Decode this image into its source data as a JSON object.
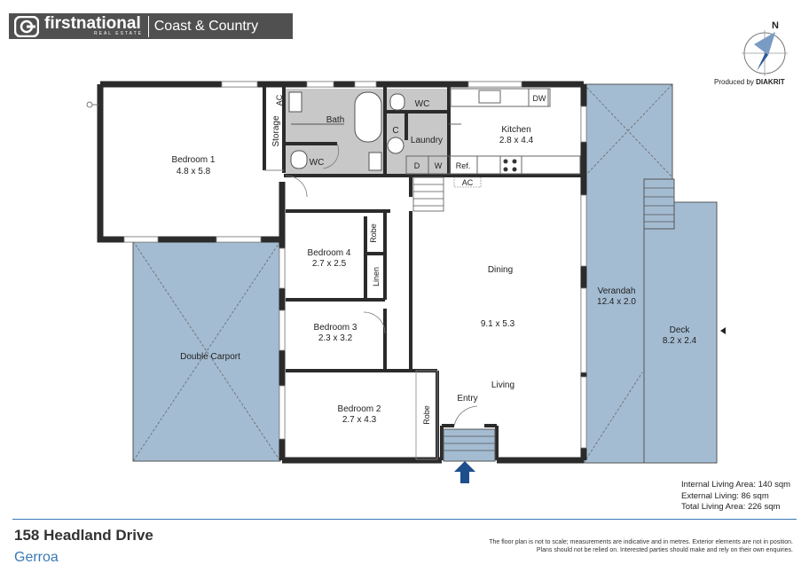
{
  "brand": {
    "name": "firstnational",
    "sub": "REAL ESTATE",
    "office": "Coast & Country"
  },
  "producer": {
    "prefix": "Produced by",
    "name": "DIAKRIT"
  },
  "compass_label": "N",
  "rooms": {
    "bedroom1": {
      "name": "Bedroom 1",
      "size": "4.8 x 5.8"
    },
    "bath": "Bath",
    "storage": "Storage",
    "ac": "AC",
    "wc_bath": "WC",
    "wc_laundry": "WC",
    "c": "C",
    "laundry": "Laundry",
    "d": "D",
    "w": "W",
    "dw": "DW",
    "ref": "Ref.",
    "kitchen": {
      "name": "Kitchen",
      "size": "2.8 x 4.4"
    },
    "ac_kitchen": "AC",
    "bedroom4": {
      "name": "Bedroom 4",
      "size": "2.7 x 2.5"
    },
    "robe4": "Robe",
    "linen": "Linen",
    "bedroom3": {
      "name": "Bedroom 3",
      "size": "2.3 x 3.2"
    },
    "bedroom2": {
      "name": "Bedroom 2",
      "size": "2.7 x 4.3"
    },
    "robe2": "Robe",
    "dining": "Dining",
    "living_size": "9.1 x 5.3",
    "living": "Living",
    "entry": "Entry",
    "carport": "Double Carport",
    "verandah": {
      "name": "Verandah",
      "size": "12.4 x 2.0"
    },
    "deck": {
      "name": "Deck",
      "size": "8.2 x 2.4"
    }
  },
  "areas": {
    "internal": "Internal Living Area: 140 sqm",
    "external": "External Living: 86 sqm",
    "total": "Total Living Area: 226 sqm"
  },
  "address": "158 Headland Drive",
  "suburb": "Gerroa",
  "disclaimer": {
    "line1": "The floor plan is not to scale; measurements are indicative and in metres. Exterior elements are not in position.",
    "line2": "Plans should not be relied on. Interested parties should make and rely on their own enquiries."
  },
  "colors": {
    "outdoor": "#a4bcd2",
    "wet": "#c8c8c8",
    "wall": "#2b2b2b",
    "accent": "#3a78b5",
    "arrow": "#1f4e8c"
  }
}
